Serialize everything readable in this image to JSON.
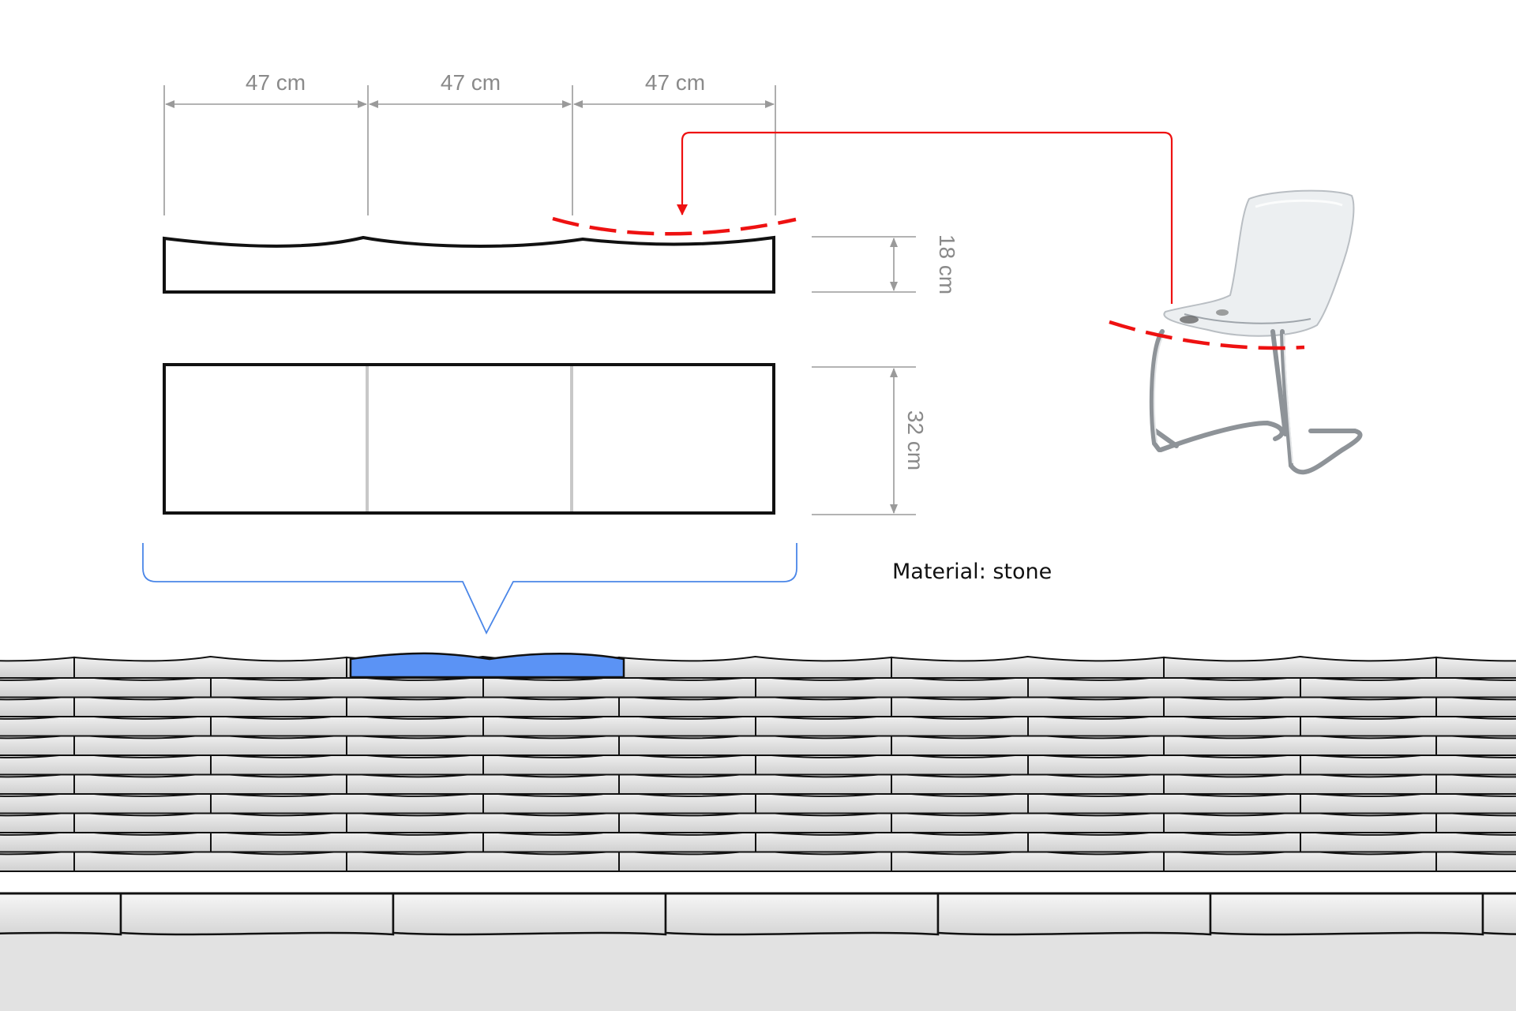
{
  "top_view": {
    "segment_widths": [
      "47 cm",
      "47 cm",
      "47 cm"
    ]
  },
  "section_height": "18 cm",
  "plan_depth": "32 cm",
  "material": "Material: stone",
  "colors": {
    "highlight": "#5b93f5",
    "bracket": "#4a86e8",
    "red_line": "#ee1111",
    "wall": "#dcdcdc"
  }
}
